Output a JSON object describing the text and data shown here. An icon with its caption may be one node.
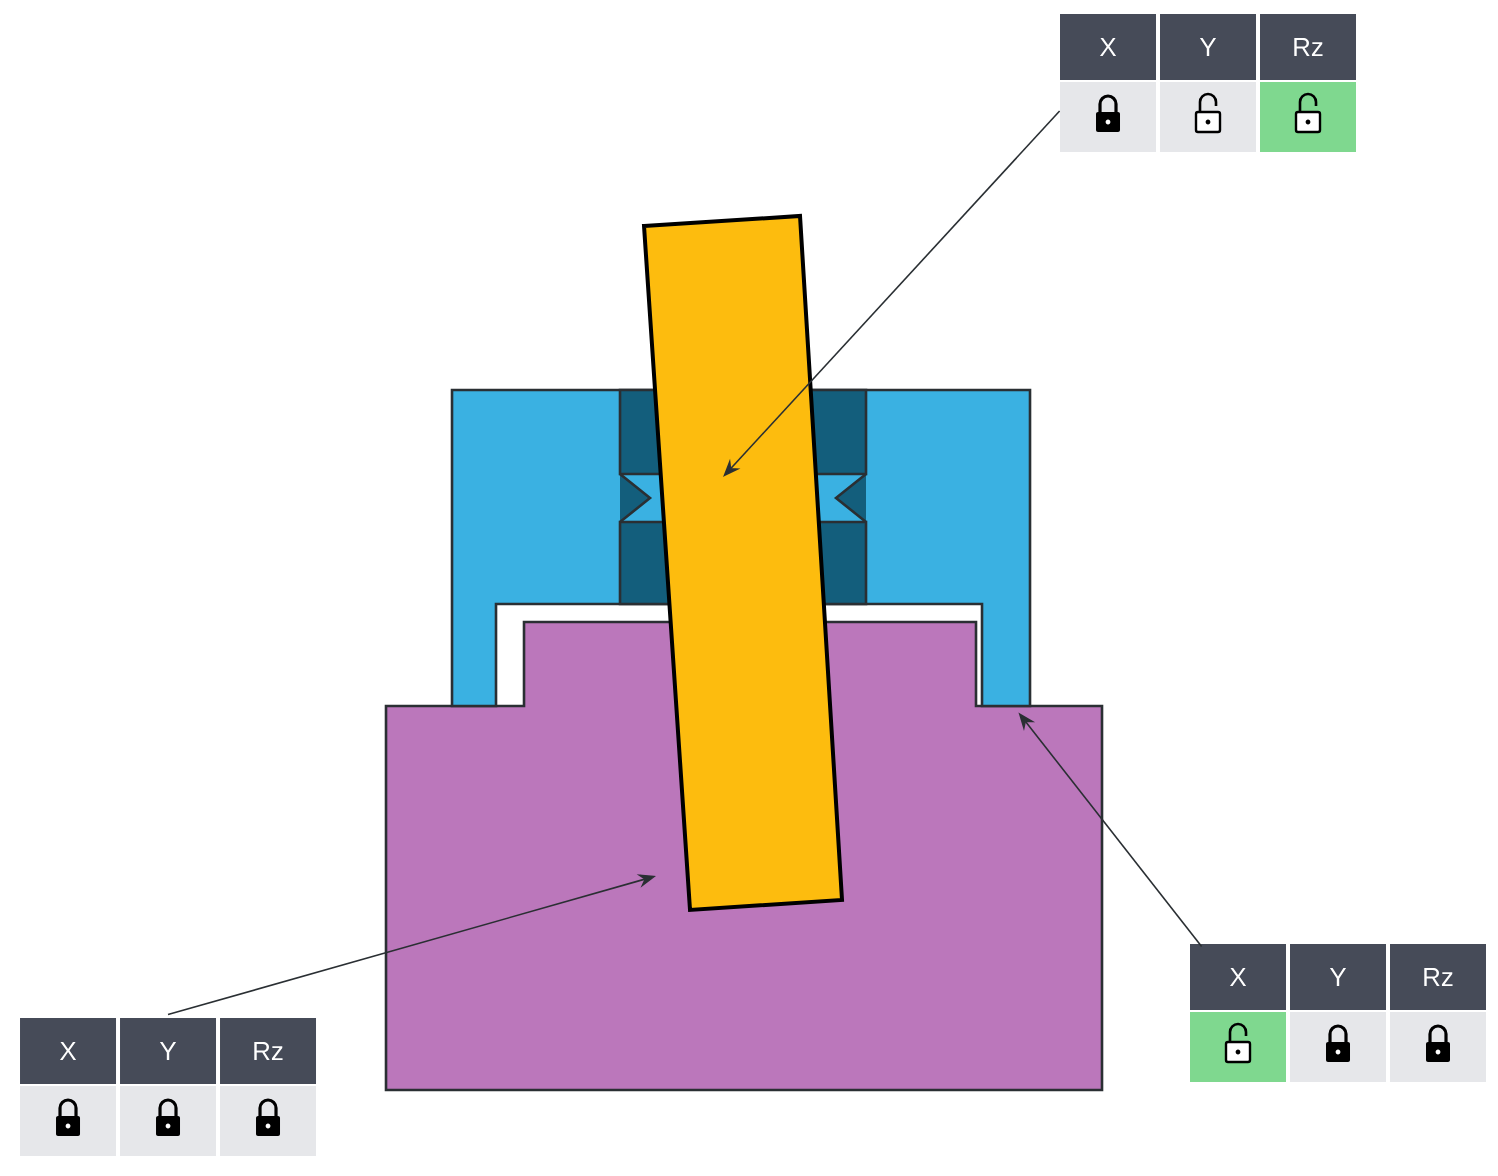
{
  "diagram": {
    "nodes": [
      {
        "text": [
          "X",
          "Y",
          "Rz"
        ]
      },
      {
        "text": [],
        "shape": "box"
      },
      {
        "text": [],
        "shape": "box",
        "in": 1
      },
      {
        "text": [],
        "shape": "box"
      },
      {
        "text": [
          "X",
          "Y",
          "Rz"
        ]
      },
      {
        "text": [
          "X",
          "Y",
          "Rz"
        ]
      }
    ],
    "edges": [
      {
        "from": 0,
        "to": 2,
        "arrow": "to"
      },
      {
        "from": 4,
        "to": 1,
        "arrow": "to"
      },
      {
        "from": 5,
        "to": 3,
        "arrow": "to"
      }
    ]
  }
}
